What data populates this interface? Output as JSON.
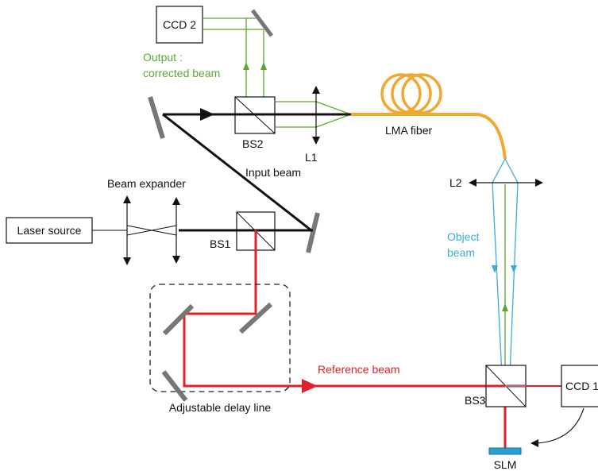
{
  "labels": {
    "ccd2": "CCD 2",
    "ccd1": "CCD 1",
    "output_line1": "Output :",
    "output_line2": "corrected beam",
    "bs2": "BS2",
    "l1": "L1",
    "lma_fiber": "LMA fiber",
    "input_beam": "Input beam",
    "beam_expander": "Beam expander",
    "laser_source": "Laser source",
    "bs1": "BS1",
    "l2": "L2",
    "object_line1": "Object",
    "object_line2": "beam",
    "reference_beam": "Reference beam",
    "bs3": "BS3",
    "adjustable_delay_line": "Adjustable delay line",
    "slm": "SLM"
  },
  "colors": {
    "input_beam": "#111111",
    "reference_beam": "#e0202a",
    "output_beam": "#5aa832",
    "object_beam": "#3aaed8",
    "fiber": "#f0a832",
    "slm": "#2a9fd0",
    "mirror": "#777777"
  }
}
